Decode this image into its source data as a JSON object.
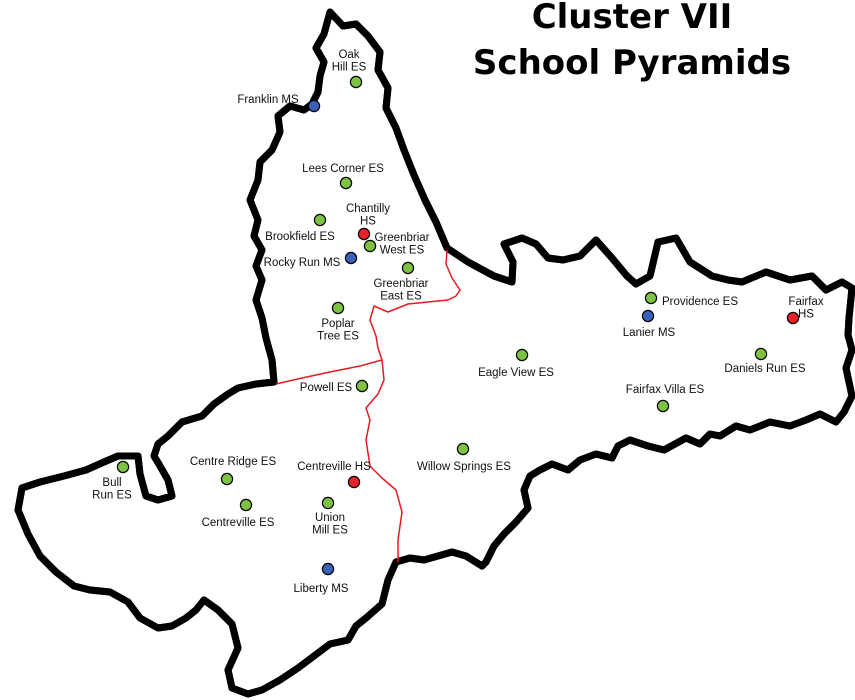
{
  "title": {
    "line1": "Cluster VII",
    "line2": "School Pyramids"
  },
  "colors": {
    "outline_outer": "#000000",
    "outline_inner": "#e31b23",
    "pyramid_boundary": "#e31b23",
    "high_school": "#e8222a",
    "middle_school": "#3a62b8",
    "elementary_school": "#7dc242"
  },
  "schools": [
    {
      "id": "oak-hill-es",
      "type": "elementary_school",
      "label": [
        "Oak",
        "Hill ES"
      ]
    },
    {
      "id": "franklin-ms",
      "type": "middle_school",
      "label": [
        "Franklin MS"
      ]
    },
    {
      "id": "lees-corner-es",
      "type": "elementary_school",
      "label": [
        "Lees Corner ES"
      ]
    },
    {
      "id": "chantilly-hs",
      "type": "high_school",
      "label": [
        "Chantilly",
        "HS"
      ]
    },
    {
      "id": "brookfield-es",
      "type": "elementary_school",
      "label": [
        "Brookfield ES"
      ]
    },
    {
      "id": "greenbriar-west-es",
      "type": "elementary_school",
      "label": [
        "Greenbriar",
        "West ES"
      ]
    },
    {
      "id": "rocky-run-ms",
      "type": "middle_school",
      "label": [
        "Rocky Run MS"
      ]
    },
    {
      "id": "greenbriar-east-es",
      "type": "elementary_school",
      "label": [
        "Greenbriar",
        "East ES"
      ]
    },
    {
      "id": "poplar-tree-es",
      "type": "elementary_school",
      "label": [
        "Poplar",
        "Tree ES"
      ]
    },
    {
      "id": "powell-es",
      "type": "elementary_school",
      "label": [
        "Powell ES"
      ]
    },
    {
      "id": "bull-run-es",
      "type": "elementary_school",
      "label": [
        "Bull",
        "Run ES"
      ]
    },
    {
      "id": "centre-ridge-es",
      "type": "elementary_school",
      "label": [
        "Centre Ridge ES"
      ]
    },
    {
      "id": "centreville-hs",
      "type": "high_school",
      "label": [
        "Centreville HS"
      ]
    },
    {
      "id": "centreville-es",
      "type": "elementary_school",
      "label": [
        "Centreville ES"
      ]
    },
    {
      "id": "union-mill-es",
      "type": "elementary_school",
      "label": [
        "Union",
        "Mill ES"
      ]
    },
    {
      "id": "liberty-ms",
      "type": "middle_school",
      "label": [
        "Liberty MS"
      ]
    },
    {
      "id": "willow-springs-es",
      "type": "elementary_school",
      "label": [
        "Willow Springs ES"
      ]
    },
    {
      "id": "eagle-view-es",
      "type": "elementary_school",
      "label": [
        "Eagle View ES"
      ]
    },
    {
      "id": "providence-es",
      "type": "elementary_school",
      "label": [
        "Providence ES"
      ]
    },
    {
      "id": "lanier-ms",
      "type": "middle_school",
      "label": [
        "Lanier MS"
      ]
    },
    {
      "id": "fairfax-hs",
      "type": "high_school",
      "label": [
        "Fairfax",
        "HS"
      ]
    },
    {
      "id": "daniels-run-es",
      "type": "elementary_school",
      "label": [
        "Daniels Run ES"
      ]
    },
    {
      "id": "fairfax-villa-es",
      "type": "elementary_school",
      "label": [
        "Fairfax Villa ES"
      ]
    }
  ]
}
